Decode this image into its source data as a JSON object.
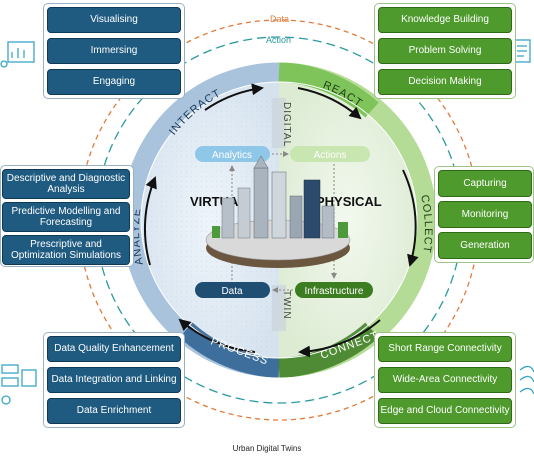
{
  "outer_labels": {
    "data": "Data",
    "action": "Action"
  },
  "ring": {
    "interact": "INTERACT",
    "react": "REACT",
    "collect": "COLLECT",
    "connect": "CONNECT",
    "process": "PROCESS",
    "analyze": "ANALYZE"
  },
  "center": {
    "digital": "DIGITAL",
    "twin": "TWIN",
    "virtual": "VIRTUAL",
    "physical": "PHYSICAL",
    "analytics": "Analytics",
    "actions": "Actions",
    "data": "Data",
    "infrastructure": "Infrastructure"
  },
  "interact_boxes": [
    "Visualising",
    "Immersing",
    "Engaging"
  ],
  "react_boxes": [
    "Knowledge Building",
    "Problem Solving",
    "Decision Making"
  ],
  "analyze_boxes": [
    "Descriptive and Diagnostic Analysis",
    "Predictive Modelling and Forecasting",
    "Prescriptive and Optimization Simulations"
  ],
  "collect_boxes": [
    "Capturing",
    "Monitoring",
    "Generation"
  ],
  "process_boxes": [
    "Data Quality Enhancement",
    "Data Integration and Linking",
    "Data Enrichment"
  ],
  "connect_boxes": [
    "Short Range Connectivity",
    "Wide-Area Connectivity",
    "Edge and Cloud Connectivity"
  ],
  "caption": "Urban Digital Twins",
  "colors": {
    "blue": "#1f5a80",
    "green": "#4e9a2c",
    "data_ring": "#e07b3c",
    "action_ring": "#2a9aa0"
  }
}
